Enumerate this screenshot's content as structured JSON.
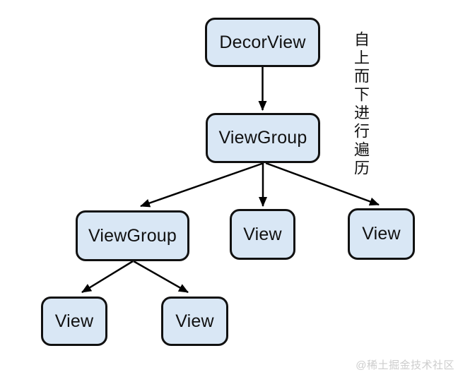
{
  "diagram": {
    "title_annotation": "自上而下进行遍历",
    "watermark": "@稀土掘金技术社区",
    "nodes": [
      {
        "id": "decorview",
        "label": "DecorView",
        "level": 1
      },
      {
        "id": "viewgroup-a",
        "label": "ViewGroup",
        "level": 2
      },
      {
        "id": "viewgroup-b",
        "label": "ViewGroup",
        "level": 3
      },
      {
        "id": "view-mid",
        "label": "View",
        "level": 3
      },
      {
        "id": "view-right",
        "label": "View",
        "level": 3
      },
      {
        "id": "view-bottom-left",
        "label": "View",
        "level": 4
      },
      {
        "id": "view-bottom-right",
        "label": "View",
        "level": 4
      }
    ],
    "edges": [
      {
        "from": "decorview",
        "to": "viewgroup-a"
      },
      {
        "from": "viewgroup-a",
        "to": "viewgroup-b"
      },
      {
        "from": "viewgroup-a",
        "to": "view-mid"
      },
      {
        "from": "viewgroup-a",
        "to": "view-right"
      },
      {
        "from": "viewgroup-b",
        "to": "view-bottom-left"
      },
      {
        "from": "viewgroup-b",
        "to": "view-bottom-right"
      }
    ],
    "colors": {
      "node_fill": "#d9e7f5",
      "node_border": "#111111",
      "arrow": "#000000",
      "text": "#111111",
      "watermark": "#cdcdcd",
      "background": "#ffffff"
    }
  }
}
